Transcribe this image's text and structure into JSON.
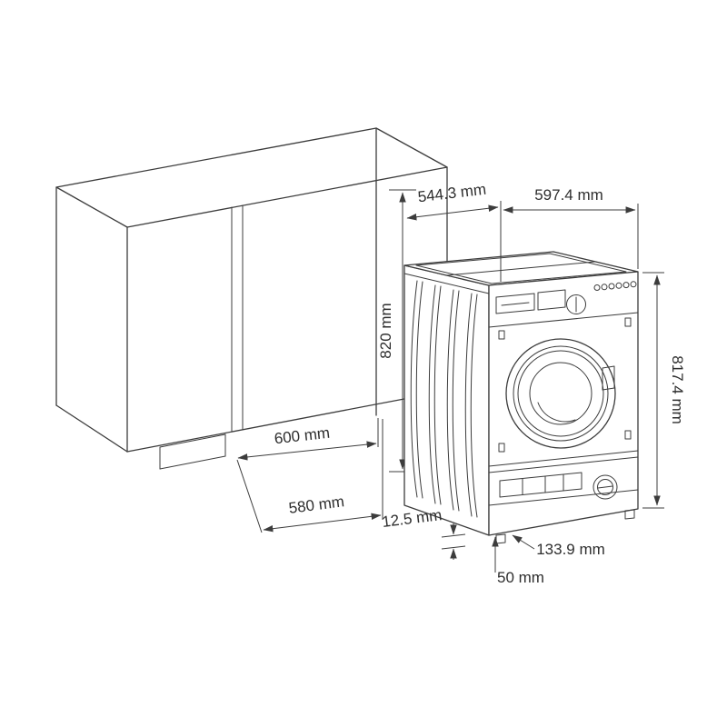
{
  "page": {
    "background": "#ffffff",
    "line_color": "#3c3c3c",
    "text_color": "#2e2e2e"
  },
  "labels": {
    "dim_machine_top_depth": "544.3 mm",
    "dim_machine_width": "597.4 mm",
    "dim_niche_height": "820 mm",
    "dim_machine_height": "817.4 mm",
    "dim_niche_depth": "600 mm",
    "dim_niche_width": "580 mm",
    "dim_bottom_gap": "12.5 mm",
    "dim_plinth_height": "133.9 mm",
    "dim_plinth_recess": "50 mm"
  }
}
